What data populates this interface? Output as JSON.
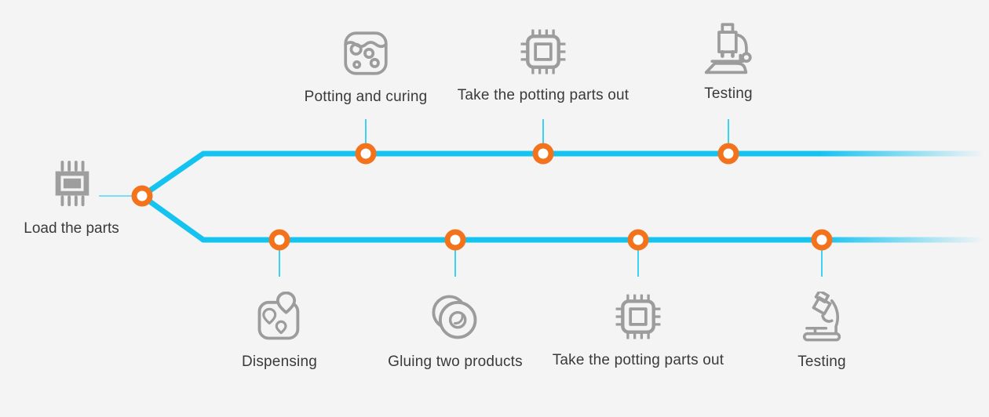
{
  "diagram": {
    "type": "process-flow",
    "background": "#f4f4f5",
    "colors": {
      "flow_line": "#14c3f0",
      "connector_line": "#3dd1f4",
      "node_ring": "#f3731d",
      "node_fill": "#ffffff",
      "icon_gray": "#9c9c9c",
      "label_text": "#3a3a3a"
    },
    "start": {
      "label": "Load the parts",
      "icon": "chip-filled-icon"
    },
    "top_branch": [
      {
        "label": "Potting and curing",
        "icon": "potting-container-icon"
      },
      {
        "label": "Take the potting parts out",
        "icon": "chip-outline-icon"
      },
      {
        "label": "Testing",
        "icon": "microscope-upright-icon"
      }
    ],
    "bottom_branch": [
      {
        "label": "Dispensing",
        "icon": "dispensing-drops-icon"
      },
      {
        "label": "Gluing two products",
        "icon": "two-discs-icon"
      },
      {
        "label": "Take the potting parts out",
        "icon": "chip-outline-icon"
      },
      {
        "label": "Testing",
        "icon": "microscope-tilted-icon"
      }
    ]
  }
}
